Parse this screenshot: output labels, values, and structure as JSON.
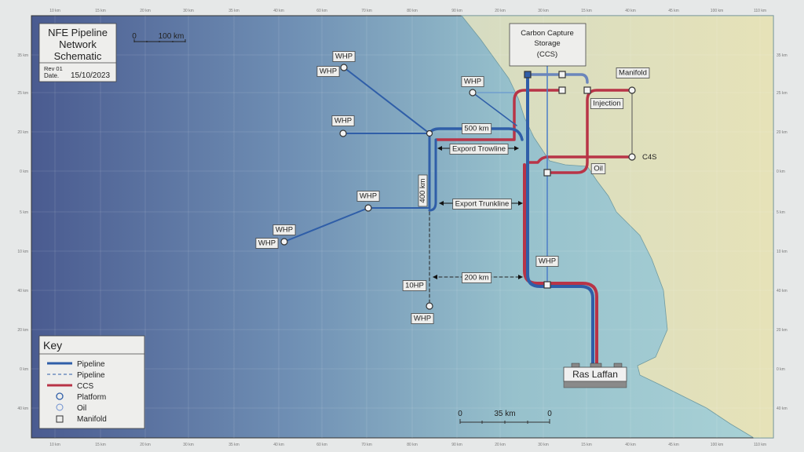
{
  "title_block": {
    "title_lines": [
      "NFE Pipeline",
      "Network",
      "Schematic"
    ],
    "rev": "Rev 01",
    "date_label": "Date.",
    "date": "15/10/2023"
  },
  "scale_top": {
    "start": "0",
    "label": "100 km"
  },
  "scale_bottom": {
    "start": "0",
    "label": "35 km",
    "end": "0"
  },
  "ccs_box": {
    "lines": [
      "Carbon Capture",
      "Storage",
      "(CCS)"
    ]
  },
  "labels": {
    "whp": "WHP",
    "whp_alt": "10HP",
    "manifold": "Manifold",
    "injection": "Injection",
    "c4s": "C4S",
    "oil": "Oil",
    "dist_500": "500 km",
    "dist_400": "400 km",
    "dist_200": "200 km",
    "export_trowline": "Expord Trowline",
    "export_trunkline": "Export Trunkline",
    "ras_laffan": "Ras Laffan"
  },
  "key": {
    "title": "Key",
    "items": [
      {
        "label": "Pipeline",
        "symbol": "solid-line"
      },
      {
        "label": "Pipeline",
        "symbol": "dashed-line"
      },
      {
        "label": "CCS",
        "symbol": "red-line"
      },
      {
        "label": "Platform",
        "symbol": "circle"
      },
      {
        "label": "Oil",
        "symbol": "light-circle"
      },
      {
        "label": "Manifold",
        "symbol": "square"
      }
    ]
  },
  "axis_ticks": {
    "top": [
      "10 km",
      "15 km",
      "20 km",
      "30 km",
      "35 km",
      "40 km",
      "60 km",
      "70 km",
      "80 km",
      "90 km",
      "20 km",
      "30 km",
      "15 km",
      "40 km",
      "45 km",
      "100 km",
      "110 km"
    ],
    "bottom": [
      "10 km",
      "15 km",
      "20 km",
      "30 km",
      "35 km",
      "40 km",
      "60 km",
      "70 km",
      "80 km",
      "90 km",
      "20 km",
      "30 km",
      "15 km",
      "40 km",
      "45 km",
      "100 km",
      "110 km"
    ],
    "left": [
      "35 km",
      "25 km",
      "20 km",
      "0 km",
      "5 km",
      "10 km",
      "40 km",
      "20 km",
      "0 km",
      "40 km"
    ],
    "right": [
      "35 km",
      "25 km",
      "20 km",
      "0 km",
      "5 km",
      "10 km",
      "40 km",
      "20 km",
      "0 km",
      "40 km"
    ]
  },
  "colors": {
    "pipeline": "#2f5ea8",
    "ccs": "#b83447",
    "sea_dark": "#4a5f94",
    "sea_light": "#9cc6cf",
    "land": "#dcdcb8"
  }
}
